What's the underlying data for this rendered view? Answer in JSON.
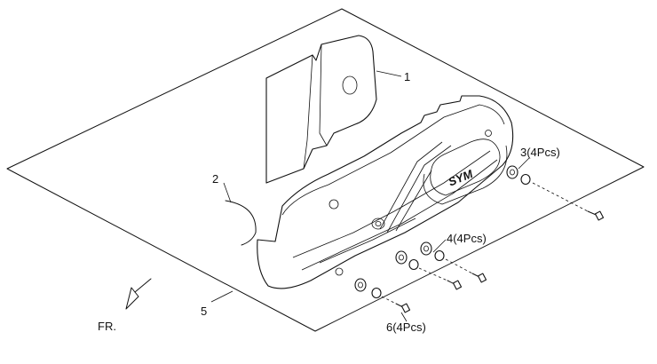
{
  "callouts": {
    "c1": "1",
    "c2": "2",
    "c3": "3(4Pcs)",
    "c4": "4(4Pcs)",
    "c5": "5",
    "c6": "6(4Pcs)"
  },
  "front_marker": "FR.",
  "logo_text": "SYM"
}
